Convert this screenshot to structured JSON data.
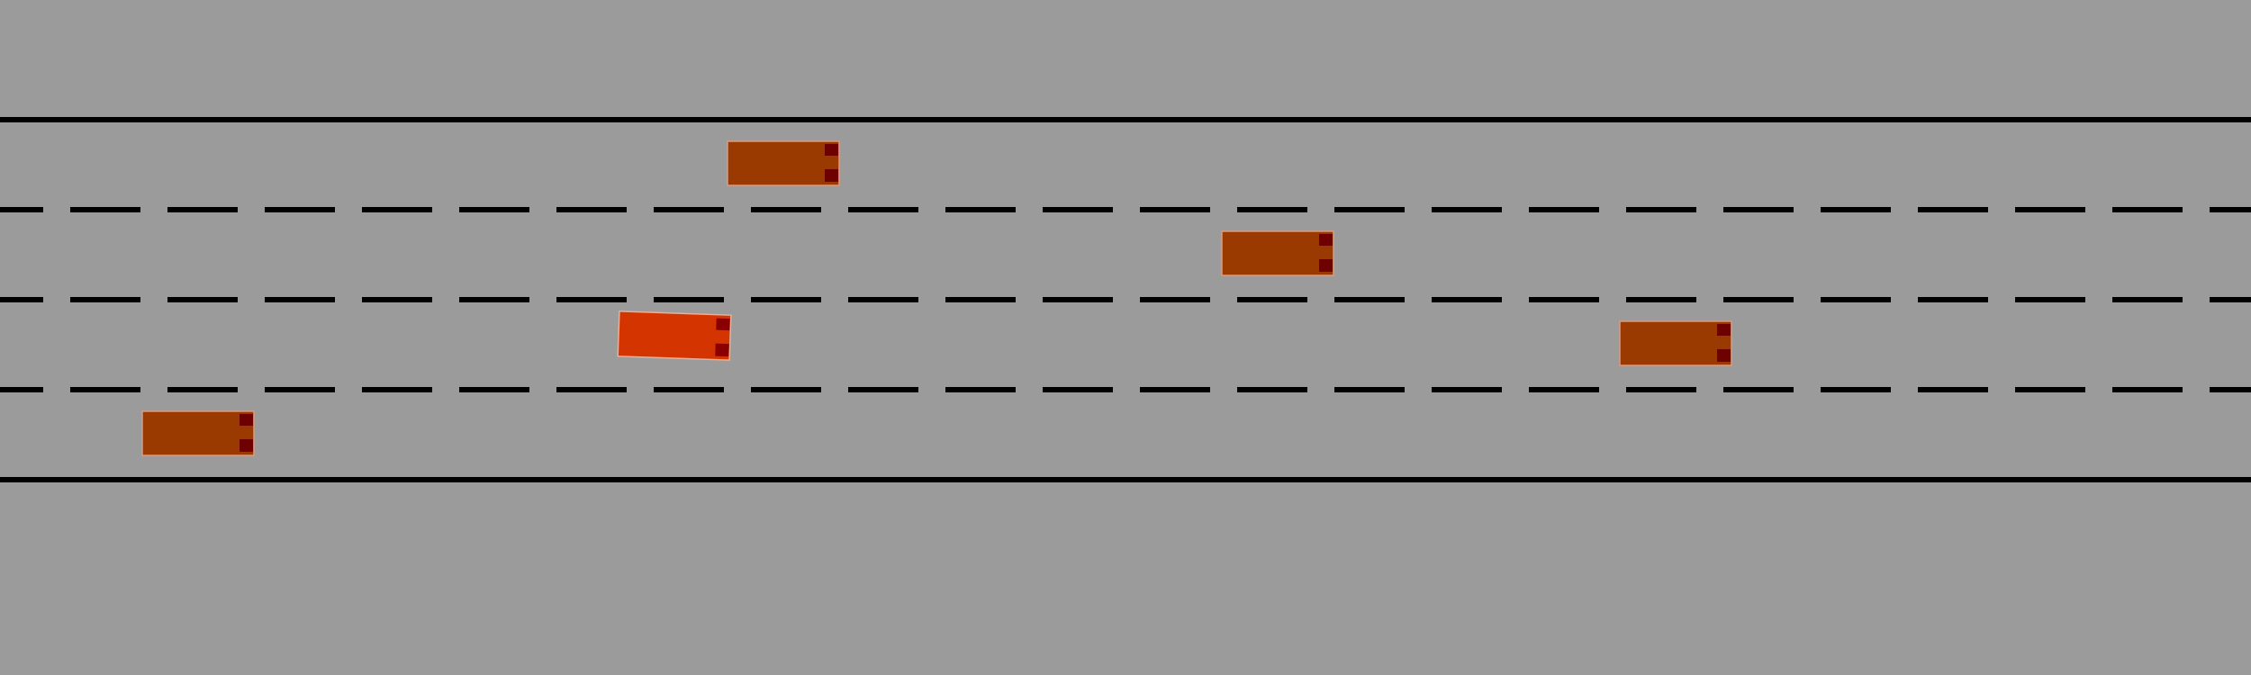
{
  "colors": {
    "background": "#9b9b9b",
    "road_edge": "#000000",
    "lane_marking": "#000000",
    "vehicle_body": "#9b3a00",
    "ego_vehicle_body": "#d43500",
    "tail_light": "#6e0000",
    "vehicle_outline": "#d79c83"
  },
  "road": {
    "lane_count": 4,
    "edge_style": "solid",
    "divider_style": "dashed"
  },
  "vehicles": [
    {
      "id": "vehicle-1",
      "lane": 1,
      "heading": "right",
      "ego": false
    },
    {
      "id": "vehicle-2",
      "lane": 2,
      "heading": "right",
      "ego": false
    },
    {
      "id": "ego-vehicle",
      "lane": 3,
      "heading": "right",
      "ego": true
    },
    {
      "id": "vehicle-3",
      "lane": 3,
      "heading": "right",
      "ego": false
    },
    {
      "id": "vehicle-4",
      "lane": 4,
      "heading": "right",
      "ego": false
    }
  ]
}
